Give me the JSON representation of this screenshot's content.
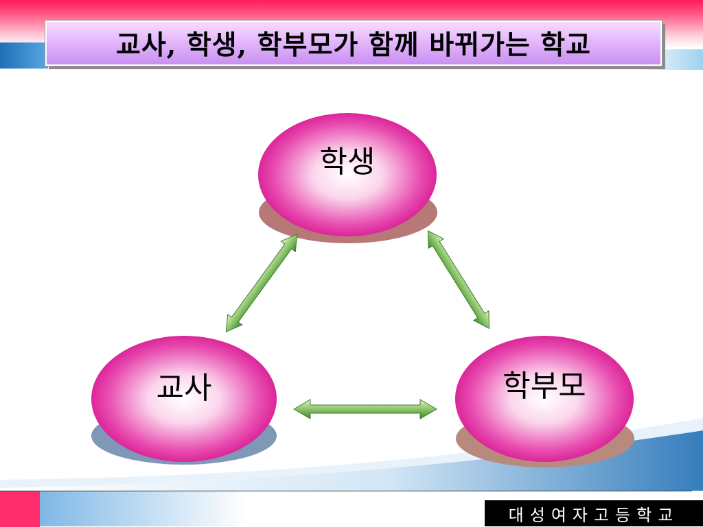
{
  "slide": {
    "title": "교사, 학생, 학부모가 함께 바뀌가는 학교",
    "footer": "대성여자고등학교"
  },
  "nodes": [
    {
      "id": "student",
      "label": "학생",
      "shadow_color": "#b87878"
    },
    {
      "id": "teacher",
      "label": "교사",
      "shadow_color": "#7f98b8"
    },
    {
      "id": "parent",
      "label": "학부모",
      "shadow_color": "#b88a7e"
    }
  ],
  "connections": [
    {
      "from": "teacher",
      "to": "student",
      "type": "bidirectional"
    },
    {
      "from": "student",
      "to": "parent",
      "type": "bidirectional"
    },
    {
      "from": "teacher",
      "to": "parent",
      "type": "bidirectional"
    }
  ],
  "colors": {
    "top_band": "#ff1a5e",
    "node_fill": "#e0199a",
    "arrow": "#4e9a34",
    "footer_square": "#ff2d6d",
    "footer_bg": "#000000"
  }
}
